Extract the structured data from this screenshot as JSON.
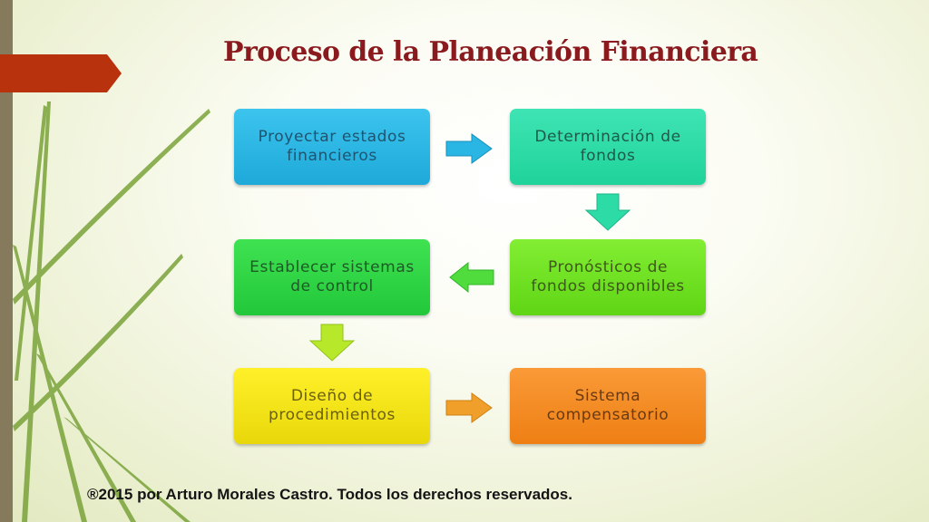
{
  "title": "Proceso de la Planeación Financiera",
  "steps": [
    {
      "label": "Proyectar estados financieros",
      "color": "#2ab6e4"
    },
    {
      "label": "Determinación de fondos",
      "color": "#2ddba7"
    },
    {
      "label": "Pronósticos de fondos disponibles",
      "color": "#5fd515"
    },
    {
      "label": "Establecer sistemas de control",
      "color": "#2cd444"
    },
    {
      "label": "Diseño de procedimientos",
      "color": "#f3e312"
    },
    {
      "label": "Sistema compensatorio",
      "color": "#f28a22"
    }
  ],
  "connectors": [
    {
      "from": "Proyectar estados financieros",
      "to": "Determinación de fondos",
      "direction": "right",
      "color": "#2ab6e4"
    },
    {
      "from": "Determinación de fondos",
      "to": "Pronósticos de fondos disponibles",
      "direction": "down",
      "color": "#2ddba7"
    },
    {
      "from": "Pronósticos de fondos disponibles",
      "to": "Establecer sistemas de control",
      "direction": "left",
      "color": "#4fdc3c"
    },
    {
      "from": "Establecer sistemas de control",
      "to": "Diseño de procedimientos",
      "direction": "down",
      "color": "#b7e82a"
    },
    {
      "from": "Diseño de procedimientos",
      "to": "Sistema compensatorio",
      "direction": "right",
      "color": "#f0a02a"
    }
  ],
  "footer": "®2015 por Arturo Morales Castro. Todos los derechos reservados."
}
